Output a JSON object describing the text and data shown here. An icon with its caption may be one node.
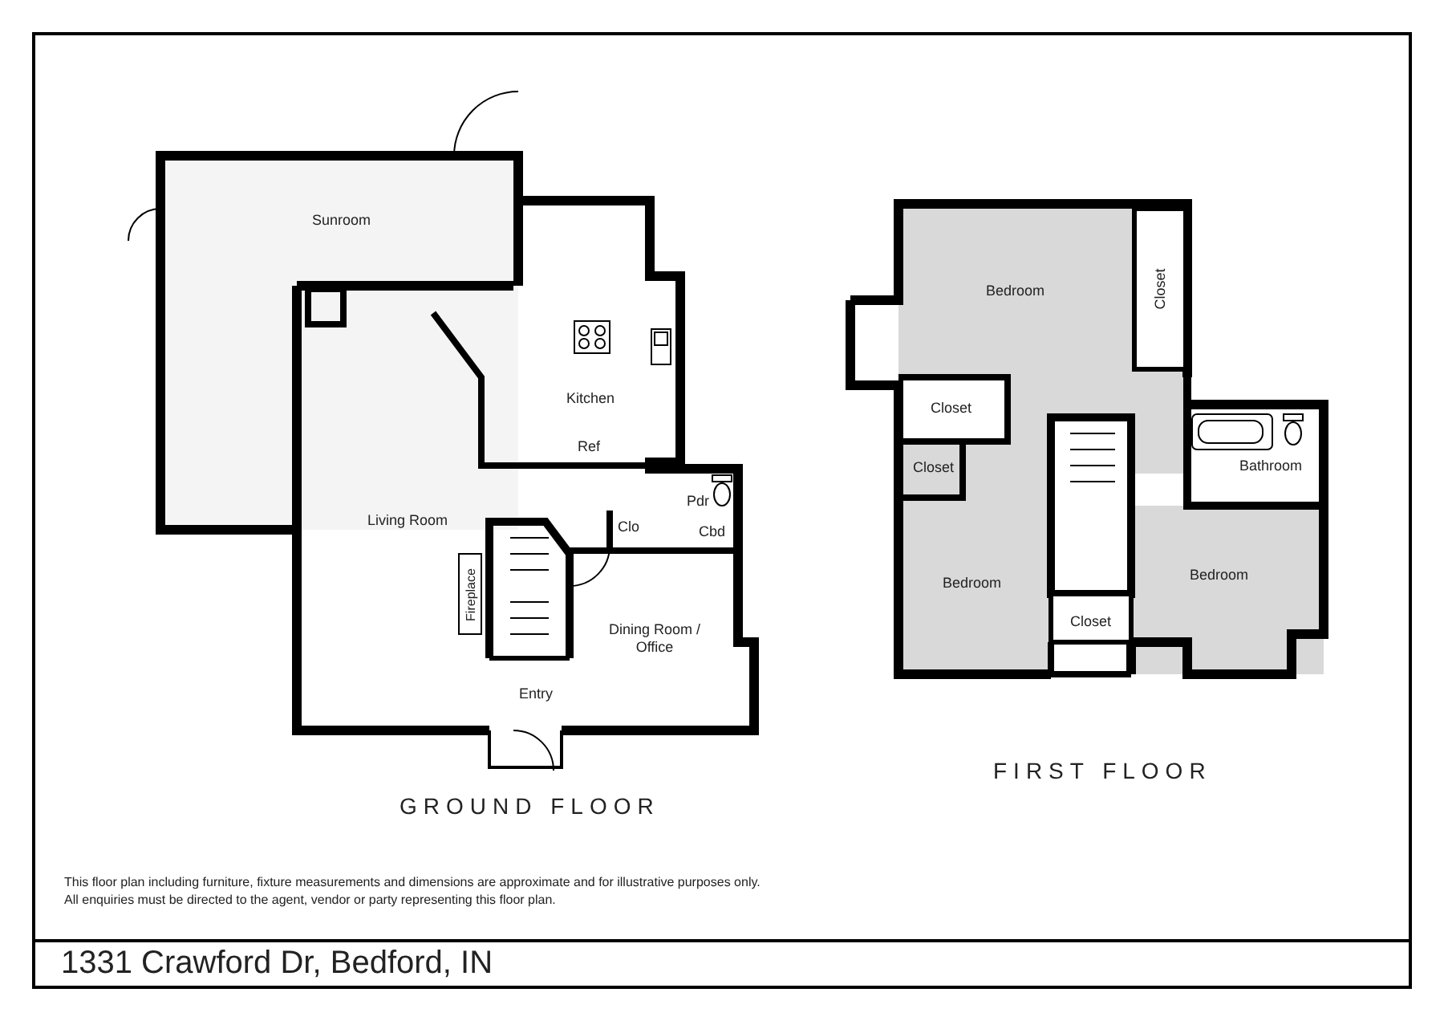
{
  "diagram": {
    "caption": "1331 Crawford Dr, Bedford, IN",
    "labels": [
      "Sunroom",
      "Kitchen",
      "Ref",
      "Pdr",
      "Living Room",
      "Clo",
      "Cbd",
      "Fireplace",
      "Dining Room / Office",
      "Entry",
      "GROUND FLOOR",
      "Bedroom",
      "Closet",
      "Closet",
      "Closet",
      "Bathroom",
      "Bedroom",
      "Bedroom",
      "Closet",
      "FIRST FLOOR",
      "This floor plan including furniture, fixture measurements and dimensions are approximate and for illustrative purposes only.",
      "All enquiries must be directed to the agent, vendor or party representing this floor plan."
    ]
  }
}
